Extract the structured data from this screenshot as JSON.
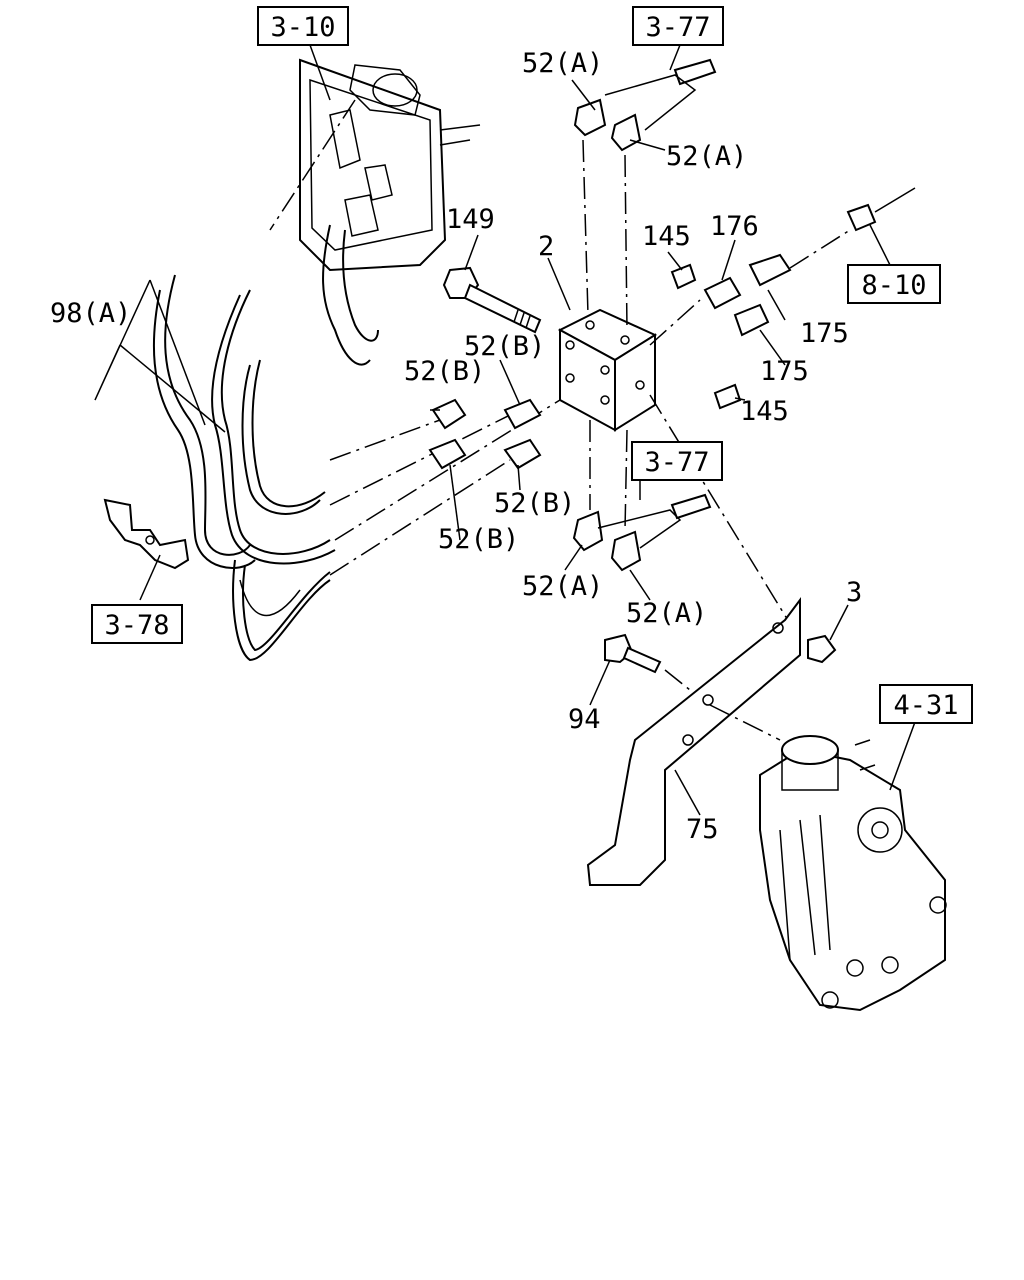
{
  "refs": {
    "r_3_10": "3-10",
    "r_3_77_top": "3-77",
    "r_3_77_mid": "3-77",
    "r_8_10": "8-10",
    "r_3_78": "3-78",
    "r_4_31": "4-31"
  },
  "callouts": {
    "c_52a_1": "52(A)",
    "c_52a_2": "52(A)",
    "c_52a_3": "52(A)",
    "c_52a_4": "52(A)",
    "c_52b_1": "52(B)",
    "c_52b_2": "52(B)",
    "c_52b_3": "52(B)",
    "c_52b_4": "52(B)",
    "c_149": "149",
    "c_2": "2",
    "c_145_top": "145",
    "c_145_bot": "145",
    "c_176": "176",
    "c_175_top": "175",
    "c_175_bot": "175",
    "c_98a": "98(A)",
    "c_3": "3",
    "c_94": "94",
    "c_75": "75"
  }
}
